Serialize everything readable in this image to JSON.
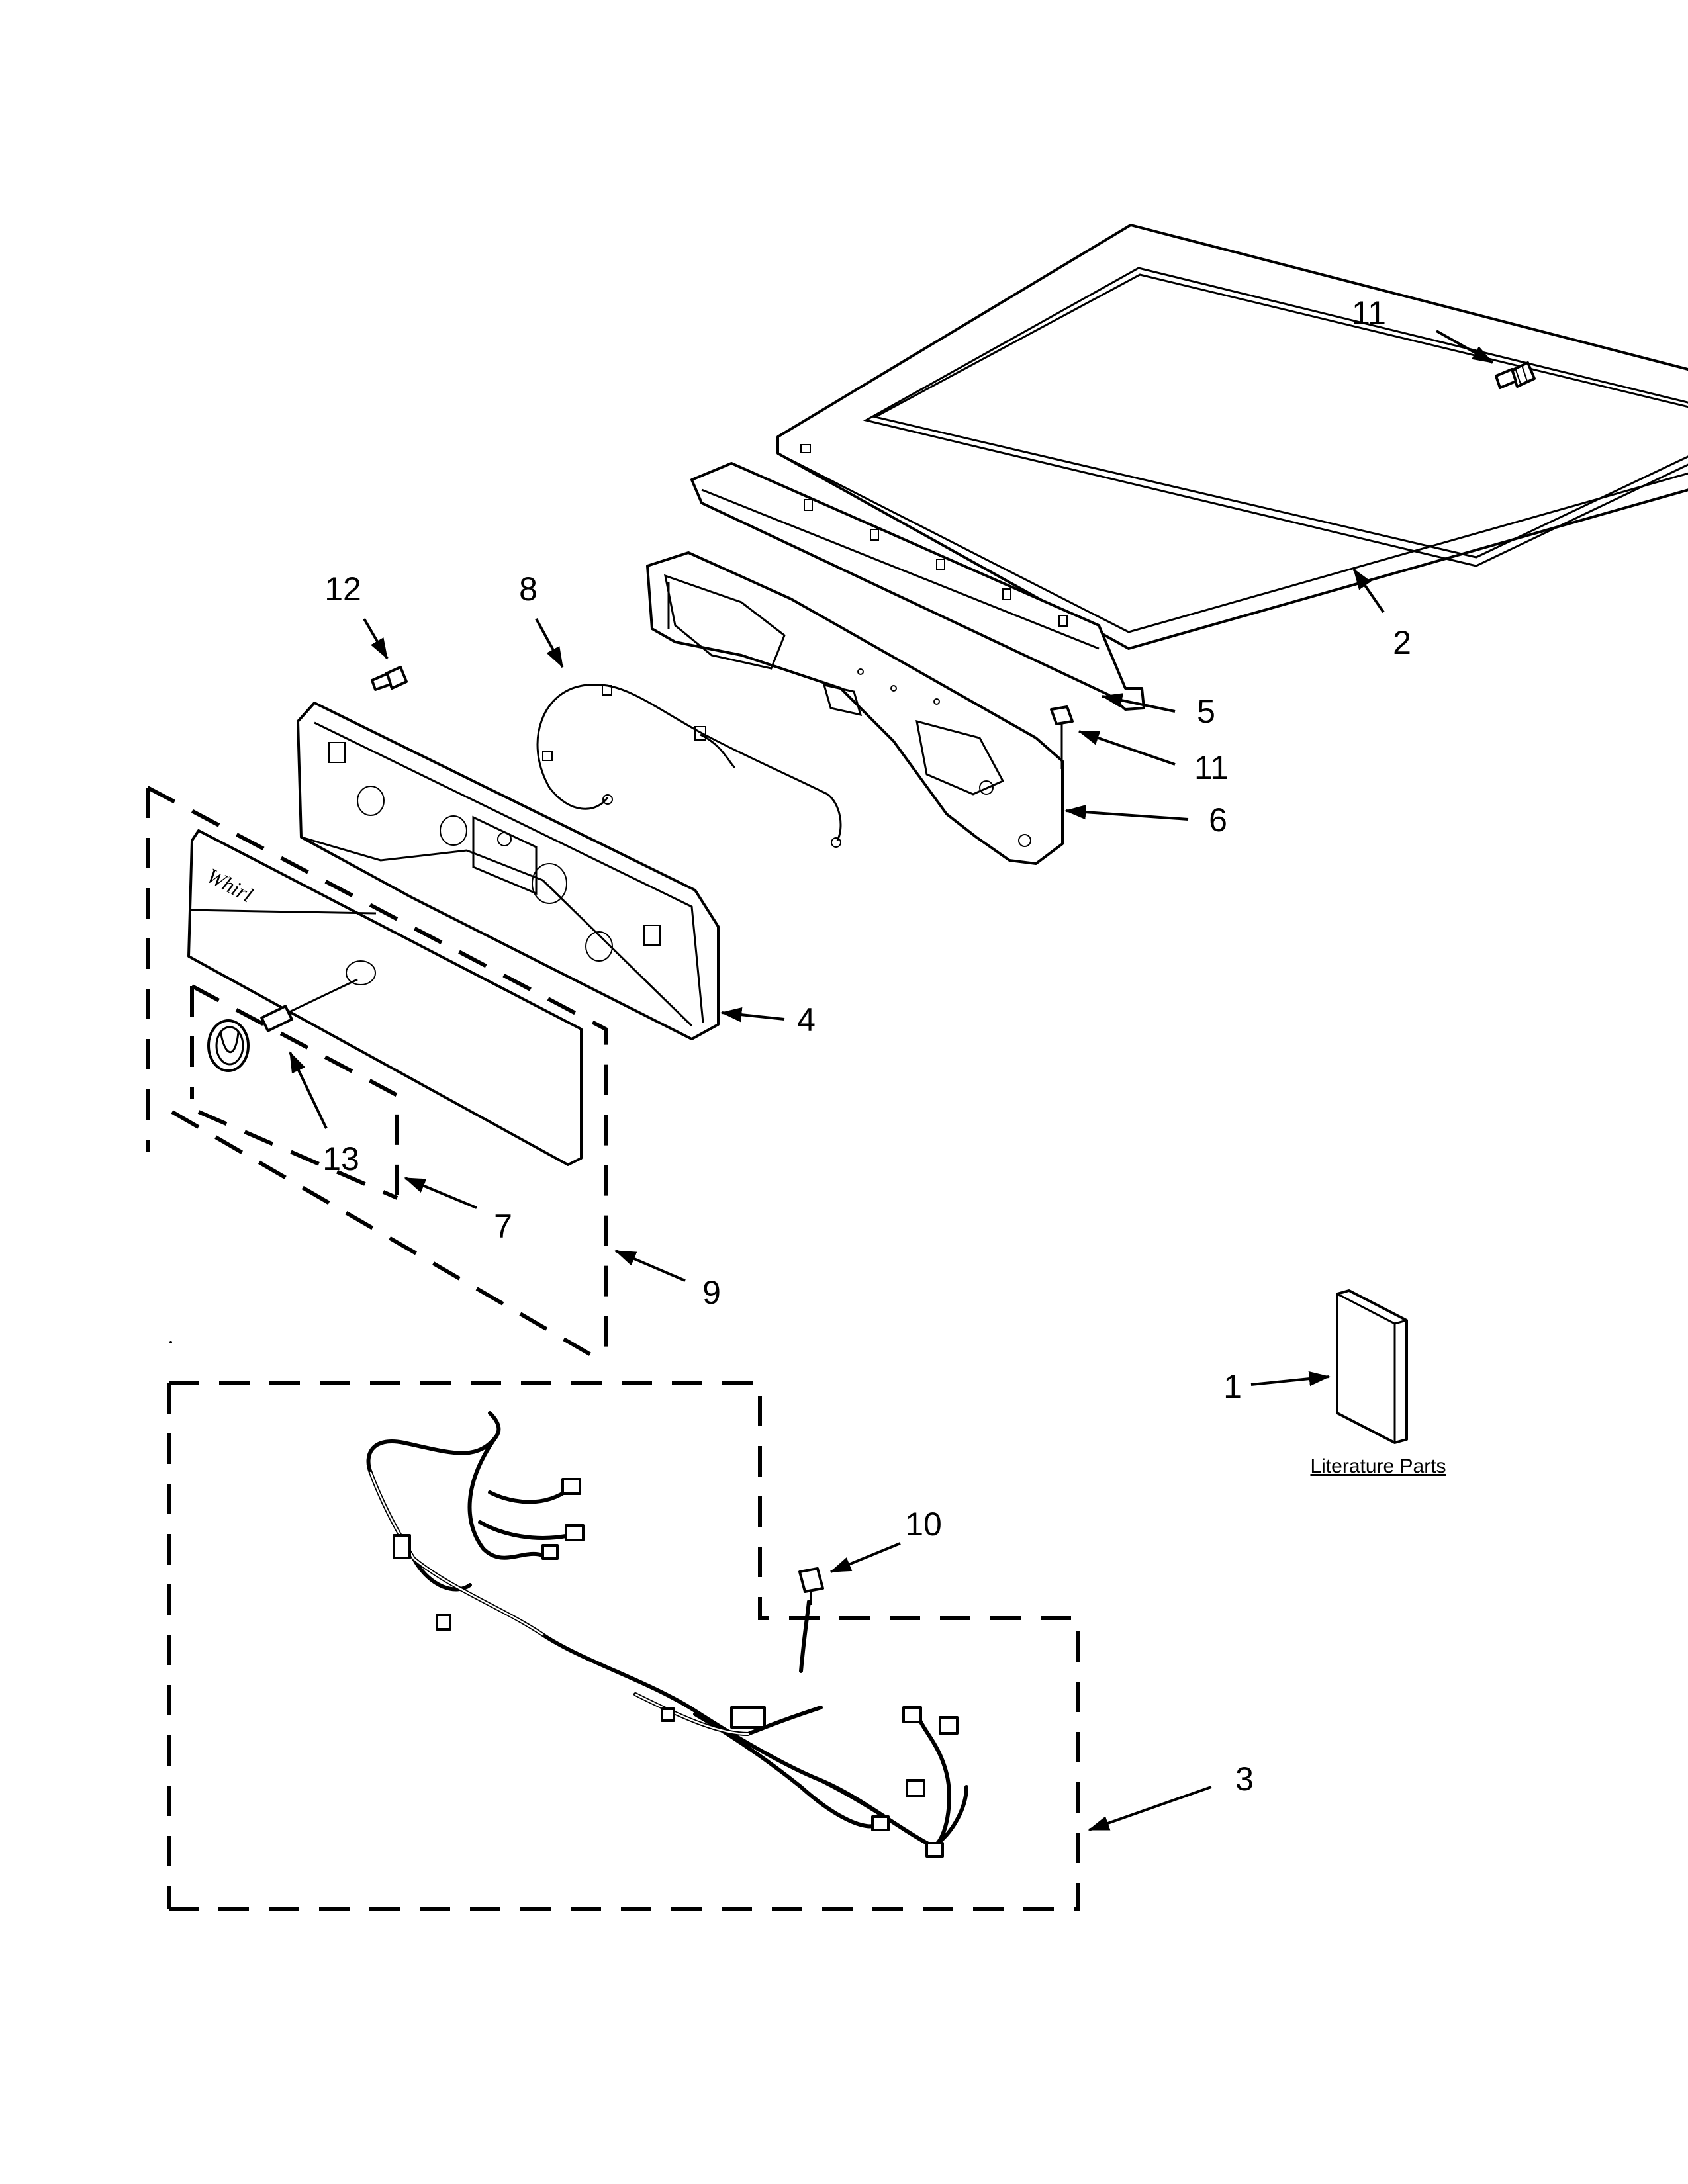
{
  "callouts": [
    {
      "id": "1",
      "label": "1"
    },
    {
      "id": "2",
      "label": "2"
    },
    {
      "id": "3",
      "label": "3"
    },
    {
      "id": "4",
      "label": "4"
    },
    {
      "id": "5",
      "label": "5"
    },
    {
      "id": "6",
      "label": "6"
    },
    {
      "id": "7",
      "label": "7"
    },
    {
      "id": "8",
      "label": "8"
    },
    {
      "id": "9",
      "label": "9"
    },
    {
      "id": "10",
      "label": "10"
    },
    {
      "id": "11a",
      "label": "11"
    },
    {
      "id": "11b",
      "label": "11"
    },
    {
      "id": "12",
      "label": "12"
    },
    {
      "id": "13",
      "label": "13"
    }
  ],
  "literature": {
    "label": "Literature Parts"
  }
}
